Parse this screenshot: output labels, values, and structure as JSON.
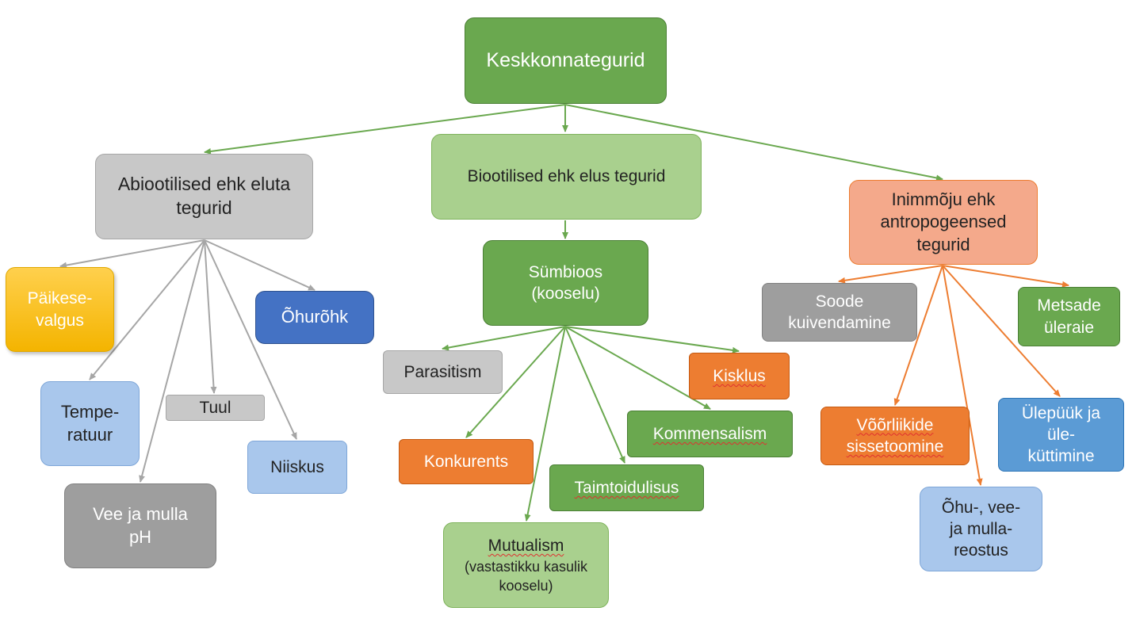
{
  "root": {
    "label": "Keskkonnategurid"
  },
  "branches": {
    "abiotic": {
      "label": "Abiootilised ehk eluta tegurid",
      "children": {
        "sun": "Päikese-valgus",
        "pressure": "Õhurõhk",
        "temperature": "Tempe-ratuur",
        "wind": "Tuul",
        "humidity": "Niiskus",
        "ph": "Vee ja mulla pH"
      }
    },
    "biotic": {
      "label": "Biootilised ehk elus tegurid",
      "symbiosis": "Sümbioos (kooselu)",
      "children": {
        "parasitism": "Parasitism",
        "predation": "Kisklus",
        "commensalism": "Kommensalism",
        "competition": "Konkurents",
        "herbivory": "Taimtoidulisus",
        "mutualism_title": "Mutualism",
        "mutualism_note": "(vastastikku kasulik kooselu)"
      }
    },
    "anthropogenic": {
      "label": "Inimmõju ehk antropogeensed tegurid",
      "children": {
        "drainage": "Soode kuivendamine",
        "forest": "Metsade üleraie",
        "alien": "Võõrliikide sissetoomine",
        "overfishing": "Ülepüük ja üle-küttimine",
        "pollution": "Õhu-, vee- ja mulla-reostus"
      }
    }
  },
  "colors": {
    "green_edge": "#6aa84f",
    "gray_edge": "#a6a6a6",
    "orange_edge": "#ed7d31"
  }
}
